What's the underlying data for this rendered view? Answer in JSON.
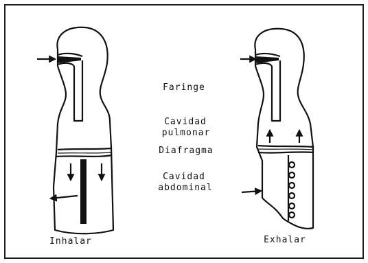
{
  "labels": {
    "faringe": "Faringe",
    "cavidad_pulmonar_1": "Cavidad",
    "cavidad_pulmonar_2": "pulmonar",
    "diafragma": "Diafragma",
    "cavidad_abdominal_1": "Cavidad",
    "cavidad_abdominal_2": "abdominal",
    "inhalar": "Inhalar",
    "exhalar": "Exhalar"
  },
  "colors": {
    "ink": "#111111",
    "background": "#ffffff"
  },
  "icons": [
    "arrow-right-icon",
    "arrow-down-icon",
    "arrow-left-icon",
    "arrow-up-icon"
  ]
}
